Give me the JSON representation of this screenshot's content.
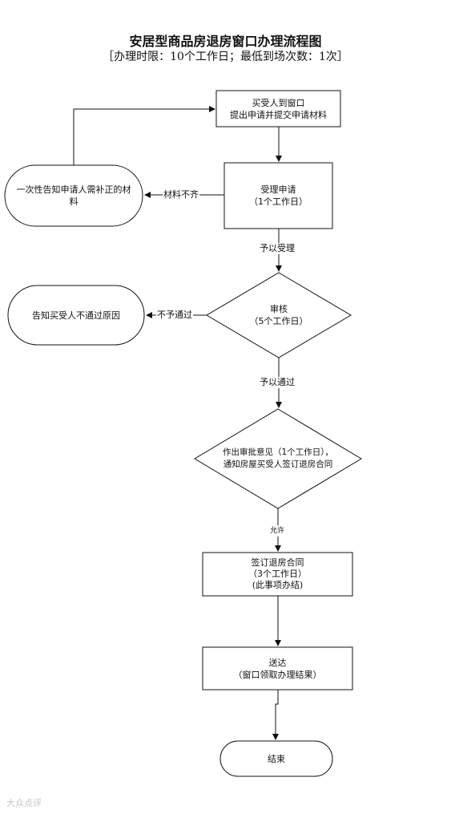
{
  "header": {
    "title": "安居型商品房退房窗口办理流程图",
    "subtitle": "［办理时限：10个工作日；最低到场次数：1次］"
  },
  "nodes": {
    "apply": {
      "line1": "买受人到窗口",
      "line2": "提出申请并提交申请材料"
    },
    "accept": {
      "line1": "受理申请",
      "line2": "（1个工作日）"
    },
    "notify_supplement": {
      "line1": "一次性告知申请人需补正的材",
      "line2": "料"
    },
    "review": {
      "line1": "审核",
      "line2": "（5个工作日）"
    },
    "notify_reject": {
      "line1": "告知买受人不通过原因"
    },
    "approve": {
      "line1": "作出审批意见（1个工作日），",
      "line2": "通知房屋买受人签订退房合同"
    },
    "sign": {
      "line1": "签订退房合同",
      "line2": "（3个工作日）",
      "line3": "(此事项办结)"
    },
    "deliver": {
      "line1": "送达",
      "line2": "（窗口领取办理结果）"
    },
    "end": {
      "line1": "结束"
    }
  },
  "edges": {
    "incomplete": "材料不齐",
    "accepted": "予以受理",
    "rejected": "不予通过",
    "passed": "予以通过",
    "allowed": "允许"
  },
  "watermark": "大众点评"
}
